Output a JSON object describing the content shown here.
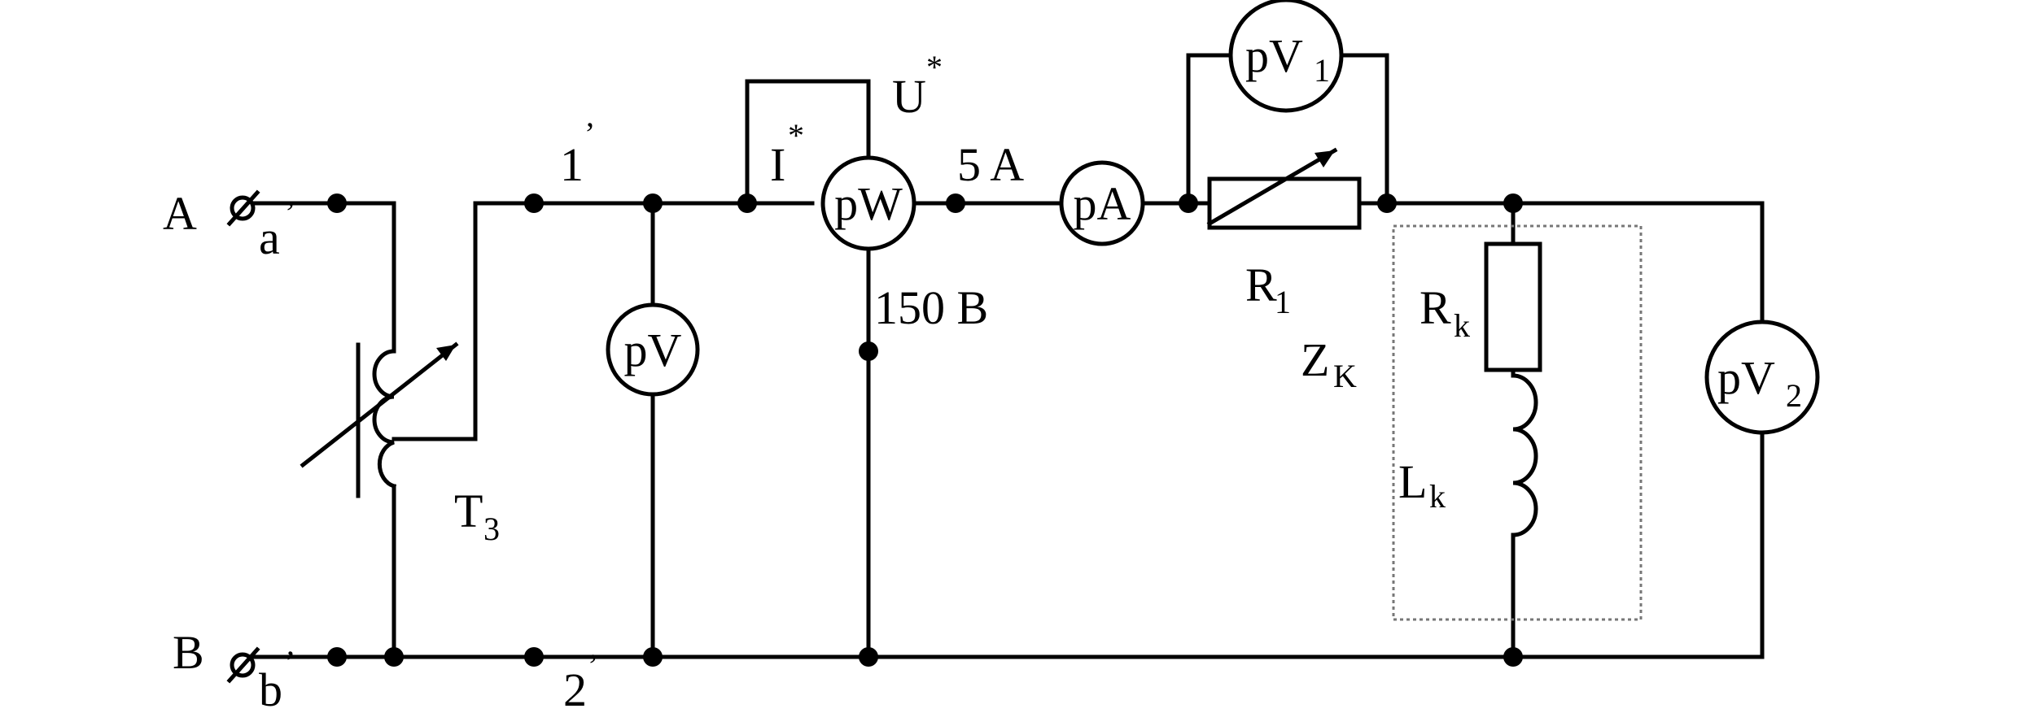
{
  "terminals": {
    "A": "A",
    "B": "B",
    "a": "a",
    "a_prime": "’",
    "b": "b",
    "b_prime": "’",
    "n1": "1",
    "n1_prime": "’",
    "n2": "2",
    "n2_prime": "’"
  },
  "transformer": {
    "name": "T",
    "sub": "3"
  },
  "meters": {
    "voltmeter": "pV",
    "wattmeter": "pW",
    "ammeter": "pA",
    "voltmeter1": {
      "name": "pV",
      "sub": "1"
    },
    "voltmeter2": {
      "name": "pV",
      "sub": "2"
    }
  },
  "wattmeter_terminals": {
    "current": "I",
    "current_star": "*",
    "voltage": "U",
    "voltage_star": "*",
    "current_limit": "5 A",
    "voltage_limit": "150 B"
  },
  "components": {
    "r1": {
      "name": "R",
      "sub": "1"
    },
    "zk": {
      "name": "Z",
      "sub": "K"
    },
    "rk": {
      "name": "R",
      "sub": "k"
    },
    "lk": {
      "name": "L",
      "sub": "k"
    }
  },
  "colors": {
    "wire": "#000000",
    "box": "#777777"
  }
}
